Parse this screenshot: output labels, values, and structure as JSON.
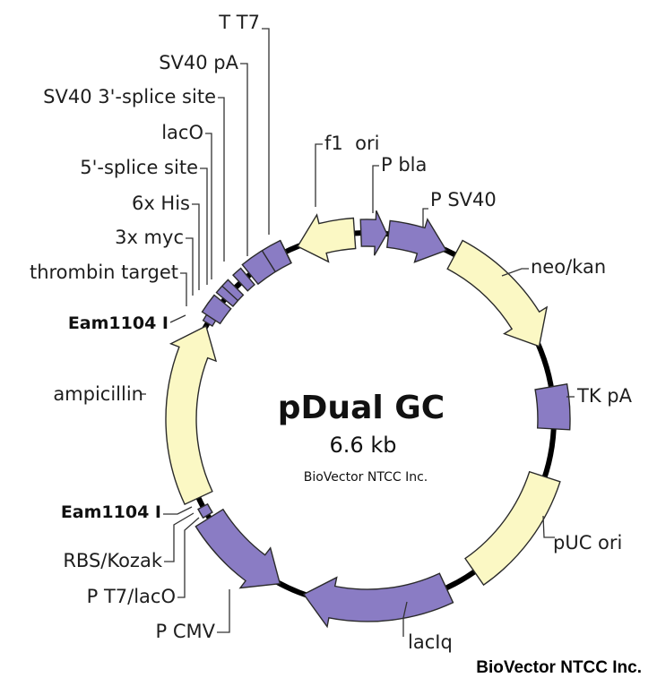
{
  "title": "pDual GC",
  "size": "6.6 kb",
  "credit_center": "BioVector NTCC Inc.",
  "credit_corner": "BioVector NTCC Inc.",
  "colors": {
    "promoter": "#8a7cc4",
    "gene": "#fbf8c4",
    "backbone": "#000000"
  },
  "features": {
    "t7": "T T7",
    "sv40_pa": "SV40 pA",
    "sv40_3splice": "SV40 3'-splice site",
    "laco": "lacO",
    "splice5": "5'-splice site",
    "his": "6x His",
    "myc": "3x myc",
    "thrombin": "thrombin target",
    "eam_top": "Eam1104 I",
    "ampicillin": "ampicillin",
    "eam_bottom": "Eam1104 I",
    "rbs": "RBS/Kozak",
    "pt7laco": "P T7/lacO",
    "pcmv": "P CMV",
    "laciq": "lacIq",
    "puc": "pUC ori",
    "tkpa": "TK pA",
    "neokan": "neo/kan",
    "psv40": "P SV40",
    "pbla": "P bla",
    "f1": "f1  ori"
  }
}
